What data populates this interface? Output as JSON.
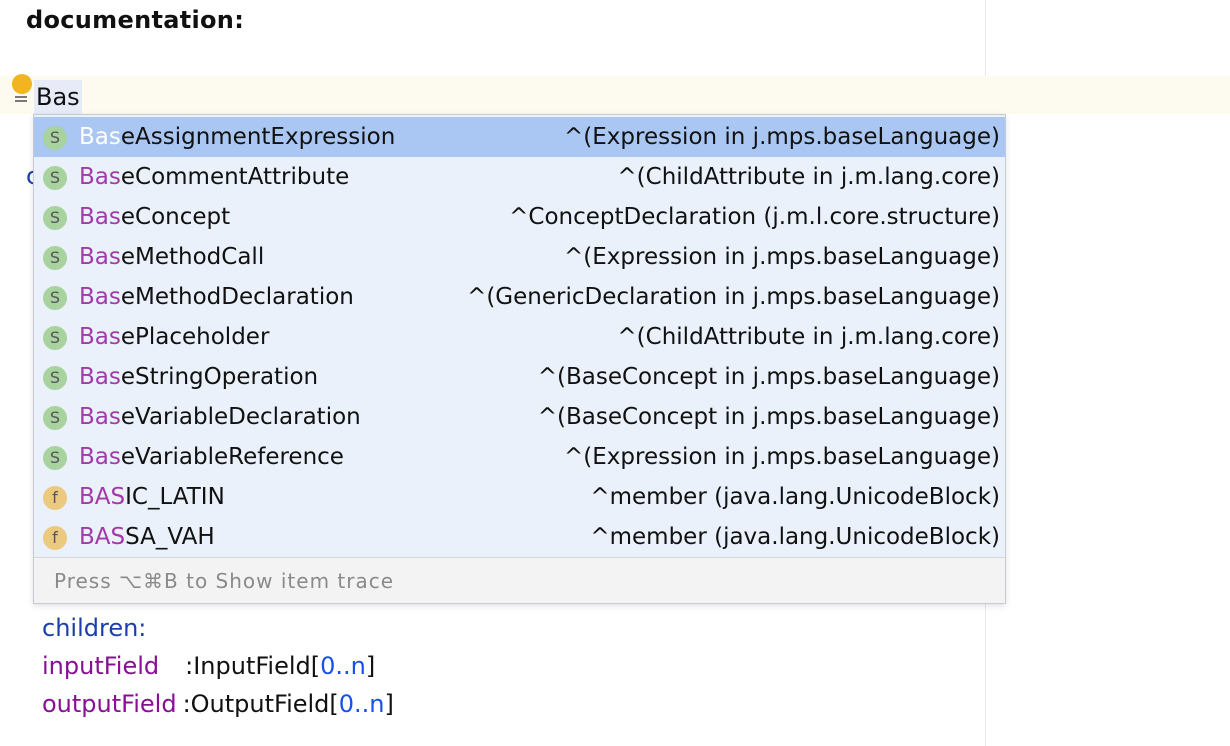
{
  "editor": {
    "documentation_label": "documentation:",
    "typed_text": "Bas",
    "stray_char": "c"
  },
  "completion": {
    "items": [
      {
        "kind": "S",
        "match": "Bas",
        "rest": "eAssignmentExpression",
        "type": "^(Expression in j.mps.baseLanguage)",
        "selected": true
      },
      {
        "kind": "S",
        "match": "Bas",
        "rest": "eCommentAttribute",
        "type": "^(ChildAttribute in j.m.lang.core)"
      },
      {
        "kind": "S",
        "match": "Bas",
        "rest": "eConcept",
        "type": "^ConceptDeclaration (j.m.l.core.structure)"
      },
      {
        "kind": "S",
        "match": "Bas",
        "rest": "eMethodCall",
        "type": "^(Expression in j.mps.baseLanguage)"
      },
      {
        "kind": "S",
        "match": "Bas",
        "rest": "eMethodDeclaration",
        "type": "^(GenericDeclaration in j.mps.baseLanguage)"
      },
      {
        "kind": "S",
        "match": "Bas",
        "rest": "ePlaceholder",
        "type": "^(ChildAttribute in j.m.lang.core)"
      },
      {
        "kind": "S",
        "match": "Bas",
        "rest": "eStringOperation",
        "type": "^(BaseConcept in j.mps.baseLanguage)"
      },
      {
        "kind": "S",
        "match": "Bas",
        "rest": "eVariableDeclaration",
        "type": "^(BaseConcept in j.mps.baseLanguage)"
      },
      {
        "kind": "S",
        "match": "Bas",
        "rest": "eVariableReference",
        "type": "^(Expression in j.mps.baseLanguage)"
      },
      {
        "kind": "f",
        "match": "BAS",
        "rest": "IC_LATIN",
        "type": "^member (java.lang.UnicodeBlock)"
      },
      {
        "kind": "f",
        "match": "BAS",
        "rest": "SA_VAH",
        "type": "^member (java.lang.UnicodeBlock)"
      }
    ],
    "footer": "Press ⌥⌘B to Show item trace"
  },
  "code": {
    "children_label": "children",
    "colon": ":",
    "input_field_name": "inputField",
    "input_field_type": ":InputField[",
    "output_field_name": "outputField",
    "output_field_type": ":OutputField[",
    "cardinality": "0..n",
    "close_bracket": "]"
  },
  "colors": {
    "selection": "#a9c7f2",
    "match_highlight": "#a239a8",
    "keyword_blue": "#1a3fa8",
    "keyword_purple": "#871094",
    "number_blue": "#1750eb",
    "bulb": "#f2b521"
  }
}
